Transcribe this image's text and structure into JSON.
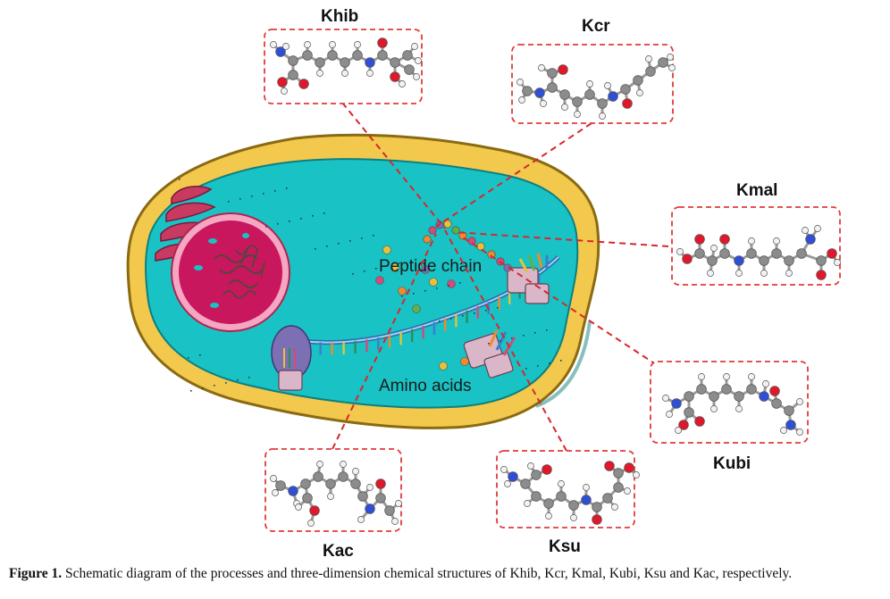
{
  "cell": {
    "peptide_label": "Peptide chain",
    "amino_label": "Amino acids"
  },
  "modifications": [
    {
      "id": "khib",
      "label": "Khib"
    },
    {
      "id": "kcr",
      "label": "Kcr"
    },
    {
      "id": "kmal",
      "label": "Kmal"
    },
    {
      "id": "kubi",
      "label": "Kubi"
    },
    {
      "id": "ksu",
      "label": "Ksu"
    },
    {
      "id": "kac",
      "label": "Kac"
    }
  ],
  "caption": {
    "prefix": "Figure 1.",
    "text": " Schematic diagram of the processes and three-dimension chemical structures of Khib, Kcr, Kmal, Kubi, Ksu and Kac, respectively."
  },
  "colors": {
    "cytoplasm": "#19c2c4",
    "membrane": "#f2c94c",
    "membrane_dark": "#8a6a12",
    "nucleus": "#c8175d",
    "nucleus_envelope": "#f4a6c3",
    "box_border": "#e03b3b",
    "dash_line": "#d9262c",
    "atom_carbon": "#8c8c8c",
    "atom_nitrogen": "#2f4fd6",
    "atom_oxygen": "#e0182b",
    "atom_hydrogen": "#f2f2f2"
  }
}
